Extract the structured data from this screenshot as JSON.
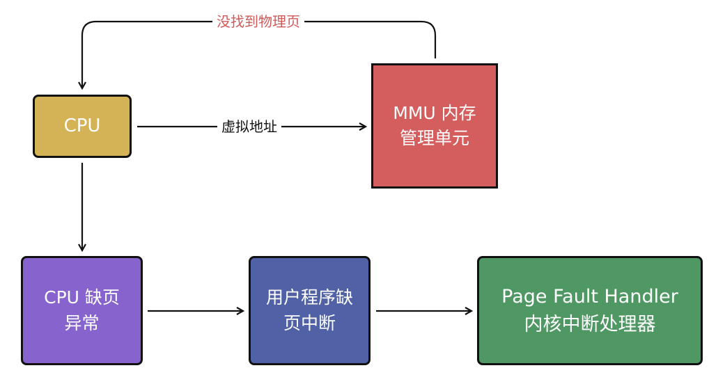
{
  "colors": {
    "cpu": "#d4b256",
    "mmu": "#d45d5e",
    "fault": "#8663cd",
    "interrupt": "#5161a6",
    "handler": "#4f9763",
    "not_found_label": "#d05a5a",
    "stroke": "#111111"
  },
  "nodes": {
    "cpu": {
      "lines": [
        "CPU"
      ]
    },
    "mmu": {
      "lines": [
        "MMU 内存",
        "管理单元"
      ]
    },
    "fault": {
      "lines": [
        "CPU 缺页",
        "异常"
      ]
    },
    "interrupt": {
      "lines": [
        "用户程序缺",
        "页中断"
      ]
    },
    "handler": {
      "lines": [
        "Page Fault Handler",
        "内核中断处理器"
      ]
    }
  },
  "edges": {
    "virtual_address_label": "虚拟地址",
    "not_found_label": "没找到物理页"
  }
}
